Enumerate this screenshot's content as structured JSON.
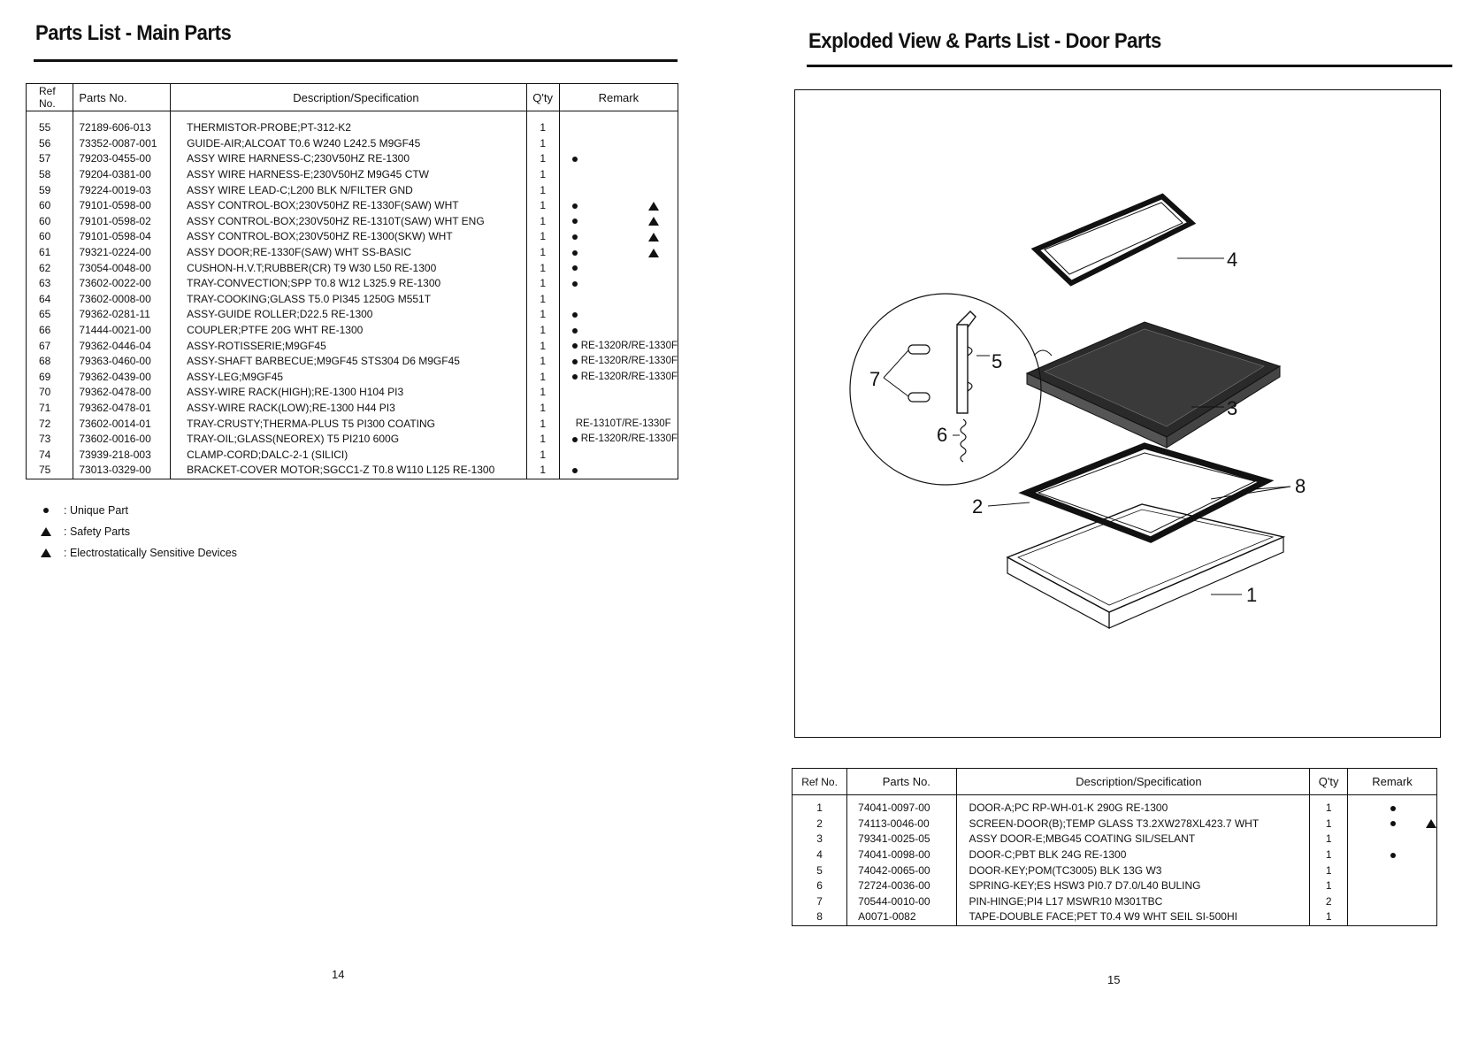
{
  "left_page": {
    "title": "Parts List - Main Parts",
    "headers": {
      "ref": "Ref No.",
      "part": "Parts No.",
      "desc": "Description/Specification",
      "qty": "Q'ty",
      "remark": "Remark"
    },
    "rows": [
      {
        "ref": "55",
        "part": "72189-606-013",
        "desc": "THERMISTOR-PROBE;PT-312-K2",
        "qty": "1",
        "dot": false,
        "tri": false,
        "note": ""
      },
      {
        "ref": "56",
        "part": "73352-0087-001",
        "desc": "GUIDE-AIR;ALCOAT T0.6 W240 L242.5 M9GF45",
        "qty": "1",
        "dot": false,
        "tri": false,
        "note": ""
      },
      {
        "ref": "57",
        "part": "79203-0455-00",
        "desc": "ASSY WIRE HARNESS-C;230V50HZ RE-1300",
        "qty": "1",
        "dot": true,
        "tri": false,
        "note": ""
      },
      {
        "ref": "58",
        "part": "79204-0381-00",
        "desc": "ASSY WIRE HARNESS-E;230V50HZ M9G45 CTW",
        "qty": "1",
        "dot": false,
        "tri": false,
        "note": ""
      },
      {
        "ref": "59",
        "part": "79224-0019-03",
        "desc": "ASSY WIRE LEAD-C;L200 BLK N/FILTER GND",
        "qty": "1",
        "dot": false,
        "tri": false,
        "note": ""
      },
      {
        "ref": "60",
        "part": "79101-0598-00",
        "desc": "ASSY CONTROL-BOX;230V50HZ RE-1330F(SAW) WHT",
        "qty": "1",
        "dot": true,
        "tri": true,
        "note": ""
      },
      {
        "ref": "60",
        "part": "79101-0598-02",
        "desc": "ASSY CONTROL-BOX;230V50HZ RE-1310T(SAW) WHT ENG",
        "qty": "1",
        "dot": true,
        "tri": true,
        "note": ""
      },
      {
        "ref": "60",
        "part": "79101-0598-04",
        "desc": "ASSY CONTROL-BOX;230V50HZ RE-1300(SKW) WHT",
        "qty": "1",
        "dot": true,
        "tri": true,
        "note": ""
      },
      {
        "ref": "61",
        "part": "79321-0224-00",
        "desc": "ASSY DOOR;RE-1330F(SAW) WHT SS-BASIC",
        "qty": "1",
        "dot": true,
        "tri": true,
        "note": ""
      },
      {
        "ref": "62",
        "part": "73054-0048-00",
        "desc": "CUSHON-H.V.T;RUBBER(CR) T9 W30 L50 RE-1300",
        "qty": "1",
        "dot": true,
        "tri": false,
        "note": ""
      },
      {
        "ref": "63",
        "part": "73602-0022-00",
        "desc": "TRAY-CONVECTION;SPP T0.8 W12 L325.9 RE-1300",
        "qty": "1",
        "dot": true,
        "tri": false,
        "note": ""
      },
      {
        "ref": "64",
        "part": "73602-0008-00",
        "desc": "TRAY-COOKING;GLASS T5.0 PI345 1250G M551T",
        "qty": "1",
        "dot": false,
        "tri": false,
        "note": ""
      },
      {
        "ref": "65",
        "part": "79362-0281-11",
        "desc": "ASSY-GUIDE ROLLER;D22.5 RE-1300",
        "qty": "1",
        "dot": true,
        "tri": false,
        "note": ""
      },
      {
        "ref": "66",
        "part": "71444-0021-00",
        "desc": "COUPLER;PTFE 20G WHT RE-1300",
        "qty": "1",
        "dot": true,
        "tri": false,
        "note": ""
      },
      {
        "ref": "67",
        "part": "79362-0446-04",
        "desc": "ASSY-ROTISSERIE;M9GF45",
        "qty": "1",
        "dot": true,
        "tri": false,
        "note": "RE-1320R/RE-1330F"
      },
      {
        "ref": "68",
        "part": "79363-0460-00",
        "desc": "ASSY-SHAFT BARBECUE;M9GF45 STS304 D6 M9GF45",
        "qty": "1",
        "dot": true,
        "tri": false,
        "note": "RE-1320R/RE-1330F"
      },
      {
        "ref": "69",
        "part": "79362-0439-00",
        "desc": "ASSY-LEG;M9GF45",
        "qty": "1",
        "dot": true,
        "tri": false,
        "note": "RE-1320R/RE-1330F"
      },
      {
        "ref": "70",
        "part": "79362-0478-00",
        "desc": "ASSY-WIRE RACK(HIGH);RE-1300 H104 PI3",
        "qty": "1",
        "dot": false,
        "tri": false,
        "note": ""
      },
      {
        "ref": "71",
        "part": "79362-0478-01",
        "desc": "ASSY-WIRE RACK(LOW);RE-1300 H44 PI3",
        "qty": "1",
        "dot": false,
        "tri": false,
        "note": ""
      },
      {
        "ref": "72",
        "part": "73602-0014-01",
        "desc": "TRAY-CRUSTY;THERMA-PLUS T5 PI300 COATING",
        "qty": "1",
        "dot": false,
        "tri": false,
        "note": "RE-1310T/RE-1330F"
      },
      {
        "ref": "73",
        "part": "73602-0016-00",
        "desc": "TRAY-OIL;GLASS(NEOREX) T5 PI210 600G",
        "qty": "1",
        "dot": true,
        "tri": false,
        "note": "RE-1320R/RE-1330F"
      },
      {
        "ref": "74",
        "part": "73939-218-003",
        "desc": "CLAMP-CORD;DALC-2-1 (SILICI)",
        "qty": "1",
        "dot": false,
        "tri": false,
        "note": ""
      },
      {
        "ref": "75",
        "part": "73013-0329-00",
        "desc": "BRACKET-COVER MOTOR;SGCC1-Z T0.8 W110 L125 RE-1300",
        "qty": "1",
        "dot": true,
        "tri": false,
        "note": ""
      }
    ],
    "legend": [
      {
        "symbol": "dot",
        "text": ": Unique Part"
      },
      {
        "symbol": "tri",
        "text": ": Safety Parts"
      },
      {
        "symbol": "tri",
        "text": ": Electrostatically Sensitive Devices"
      }
    ],
    "page_number": "14"
  },
  "right_page": {
    "title": "Exploded View & Parts List - Door Parts",
    "callouts": [
      "1",
      "2",
      "3",
      "4",
      "5",
      "6",
      "7",
      "8"
    ],
    "headers": {
      "ref": "Ref No.",
      "part": "Parts No.",
      "desc": "Description/Specification",
      "qty": "Q'ty",
      "remark": "Remark"
    },
    "rows": [
      {
        "ref": "1",
        "part": "74041-0097-00",
        "desc": "DOOR-A;PC RP-WH-01-K 290G RE-1300",
        "qty": "1",
        "dot": true,
        "tri": false
      },
      {
        "ref": "2",
        "part": "74113-0046-00",
        "desc": "SCREEN-DOOR(B);TEMP GLASS T3.2XW278XL423.7 WHT",
        "qty": "1",
        "dot": true,
        "tri": true
      },
      {
        "ref": "3",
        "part": "79341-0025-05",
        "desc": "ASSY DOOR-E;MBG45 COATING SIL/SELANT",
        "qty": "1",
        "dot": false,
        "tri": false
      },
      {
        "ref": "4",
        "part": "74041-0098-00",
        "desc": "DOOR-C;PBT BLK 24G RE-1300",
        "qty": "1",
        "dot": true,
        "tri": false
      },
      {
        "ref": "5",
        "part": "74042-0065-00",
        "desc": "DOOR-KEY;POM(TC3005) BLK 13G W3",
        "qty": "1",
        "dot": false,
        "tri": false
      },
      {
        "ref": "6",
        "part": "72724-0036-00",
        "desc": "SPRING-KEY;ES HSW3 PI0.7 D7.0/L40 BULING",
        "qty": "1",
        "dot": false,
        "tri": false
      },
      {
        "ref": "7",
        "part": "70544-0010-00",
        "desc": "PIN-HINGE;PI4 L17 MSWR10 M301TBC",
        "qty": "2",
        "dot": false,
        "tri": false
      },
      {
        "ref": "8",
        "part": "A0071-0082",
        "desc": "TAPE-DOUBLE FACE;PET T0.4 W9 WHT SEIL SI-500HI",
        "qty": "1",
        "dot": false,
        "tri": false
      }
    ],
    "page_number": "15"
  }
}
